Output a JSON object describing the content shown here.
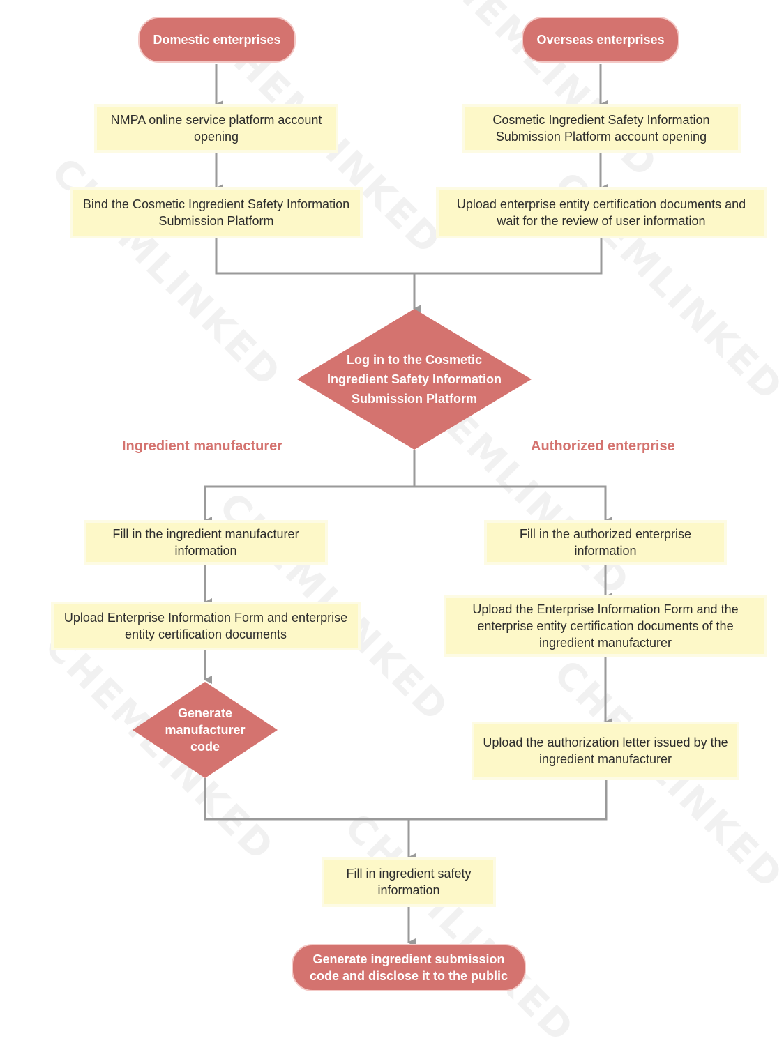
{
  "nodes": {
    "domestic": "Domestic enterprises",
    "overseas": "Overseas enterprises",
    "nmpa_account": "NMPA online service platform account opening",
    "overseas_account": "Cosmetic Ingredient Safety Information Submission Platform account opening",
    "bind_platform": "Bind the Cosmetic Ingredient Safety Information Submission Platform",
    "upload_cert_review": "Upload enterprise entity certification documents and wait for the review of user information",
    "login": "Log in to the Cosmetic Ingredient Safety Information Submission Platform",
    "fill_manufacturer": "Fill in the ingredient manufacturer information",
    "fill_authorized": "Fill in the authorized enterprise information",
    "upload_form_cert": "Upload Enterprise Information Form and enterprise entity certification documents",
    "upload_form_cert_manufacturer": "Upload the Enterprise Information Form and the enterprise entity certification documents of the ingredient manufacturer",
    "generate_code": "Generate manufacturer code",
    "upload_authorization": "Upload the authorization letter issued by the ingredient manufacturer",
    "fill_safety": "Fill in ingredient safety information",
    "generate_submission": "Generate ingredient submission code and disclose it to the public"
  },
  "labels": {
    "ingredient_manufacturer": "Ingredient manufacturer",
    "authorized_enterprise": "Authorized enterprise"
  },
  "watermark": "CHEMLINKED",
  "colors": {
    "terminal": "#d4736f",
    "process": "#fdf8c8",
    "connector": "#9a9a9a",
    "branch_label": "#d4736f"
  }
}
